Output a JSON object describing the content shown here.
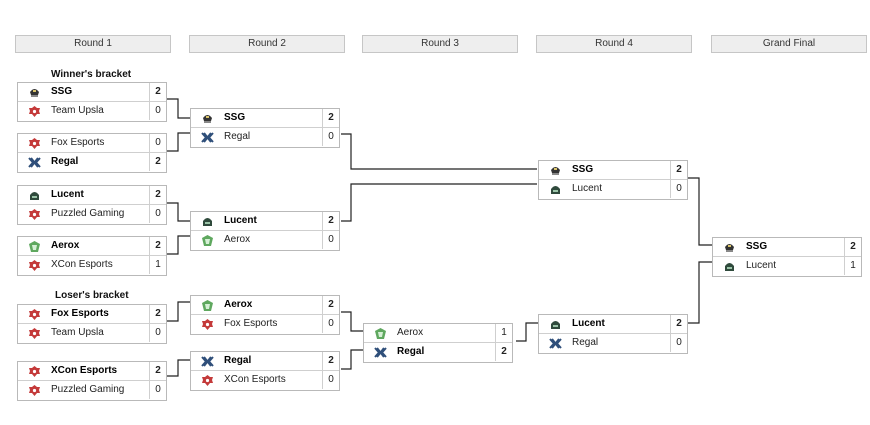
{
  "rounds": [
    "Round 1",
    "Round 2",
    "Round 3",
    "Round 4",
    "Grand Final"
  ],
  "sections": {
    "winners": "Winner's bracket",
    "losers": "Loser's bracket"
  },
  "matches": {
    "wb_r1_1": [
      {
        "name": "SSG",
        "score": "2",
        "logo": "ssg-logo",
        "winner": true
      },
      {
        "name": "Team Upsla",
        "score": "0",
        "logo": "team-upsla-logo",
        "winner": false
      }
    ],
    "wb_r1_2": [
      {
        "name": "Fox Esports",
        "score": "0",
        "logo": "fox-esports-logo",
        "winner": false
      },
      {
        "name": "Regal",
        "score": "2",
        "logo": "regal-logo",
        "winner": true
      }
    ],
    "wb_r1_3": [
      {
        "name": "Lucent",
        "score": "2",
        "logo": "lucent-logo",
        "winner": true
      },
      {
        "name": "Puzzled Gaming",
        "score": "0",
        "logo": "puzzled-gaming-logo",
        "winner": false
      }
    ],
    "wb_r1_4": [
      {
        "name": "Aerox",
        "score": "2",
        "logo": "aerox-logo",
        "winner": true
      },
      {
        "name": "XCon Esports",
        "score": "1",
        "logo": "xcon-esports-logo",
        "winner": false
      }
    ],
    "wb_r2_1": [
      {
        "name": "SSG",
        "score": "2",
        "logo": "ssg-logo",
        "winner": true
      },
      {
        "name": "Regal",
        "score": "0",
        "logo": "regal-logo",
        "winner": false
      }
    ],
    "wb_r2_2": [
      {
        "name": "Lucent",
        "score": "2",
        "logo": "lucent-logo",
        "winner": true
      },
      {
        "name": "Aerox",
        "score": "0",
        "logo": "aerox-logo",
        "winner": false
      }
    ],
    "wb_r4_1": [
      {
        "name": "SSG",
        "score": "2",
        "logo": "ssg-logo",
        "winner": true
      },
      {
        "name": "Lucent",
        "score": "0",
        "logo": "lucent-logo",
        "winner": false
      }
    ],
    "grand_final": [
      {
        "name": "SSG",
        "score": "2",
        "logo": "ssg-logo",
        "winner": true
      },
      {
        "name": "Lucent",
        "score": "1",
        "logo": "lucent-logo",
        "winner": false
      }
    ],
    "lb_r1_1": [
      {
        "name": "Fox Esports",
        "score": "2",
        "logo": "fox-esports-logo",
        "winner": true
      },
      {
        "name": "Team Upsla",
        "score": "0",
        "logo": "team-upsla-logo",
        "winner": false
      }
    ],
    "lb_r1_2": [
      {
        "name": "XCon Esports",
        "score": "2",
        "logo": "xcon-esports-logo",
        "winner": true
      },
      {
        "name": "Puzzled Gaming",
        "score": "0",
        "logo": "puzzled-gaming-logo",
        "winner": false
      }
    ],
    "lb_r2_1": [
      {
        "name": "Aerox",
        "score": "2",
        "logo": "aerox-logo",
        "winner": true
      },
      {
        "name": "Fox Esports",
        "score": "0",
        "logo": "fox-esports-logo",
        "winner": false
      }
    ],
    "lb_r2_2": [
      {
        "name": "Regal",
        "score": "2",
        "logo": "regal-logo",
        "winner": true
      },
      {
        "name": "XCon Esports",
        "score": "0",
        "logo": "xcon-esports-logo",
        "winner": false
      }
    ],
    "lb_r3_1": [
      {
        "name": "Aerox",
        "score": "1",
        "logo": "aerox-logo",
        "winner": false
      },
      {
        "name": "Regal",
        "score": "2",
        "logo": "regal-logo",
        "winner": true
      }
    ],
    "lb_r4_1": [
      {
        "name": "Lucent",
        "score": "2",
        "logo": "lucent-logo",
        "winner": true
      },
      {
        "name": "Regal",
        "score": "0",
        "logo": "regal-logo",
        "winner": false
      }
    ]
  },
  "colors": {
    "connector": "#222222",
    "ssg": "#333333",
    "red_team": "#c43a3a",
    "regal": "#2f4f7a",
    "lucent": "#2f4a3c",
    "aerox": "#5fa85f"
  }
}
